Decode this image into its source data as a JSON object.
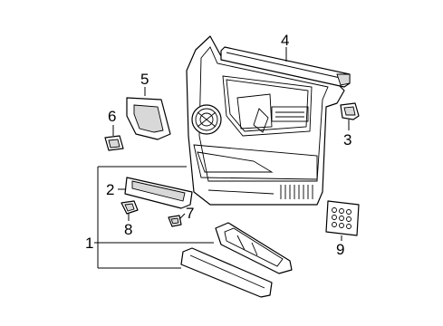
{
  "diagram": {
    "callouts": [
      {
        "id": "1",
        "text": "1",
        "part": "door trim panel assembly"
      },
      {
        "id": "2",
        "text": "2",
        "part": "armrest"
      },
      {
        "id": "3",
        "text": "3",
        "part": "handle bezel"
      },
      {
        "id": "4",
        "text": "4",
        "part": "upper trim molding"
      },
      {
        "id": "5",
        "text": "5",
        "part": "speaker grille bezel"
      },
      {
        "id": "6",
        "text": "6",
        "part": "clip"
      },
      {
        "id": "7",
        "text": "7",
        "part": "retainer"
      },
      {
        "id": "8",
        "text": "8",
        "part": "switch"
      },
      {
        "id": "9",
        "text": "9",
        "part": "vent grille"
      }
    ]
  }
}
